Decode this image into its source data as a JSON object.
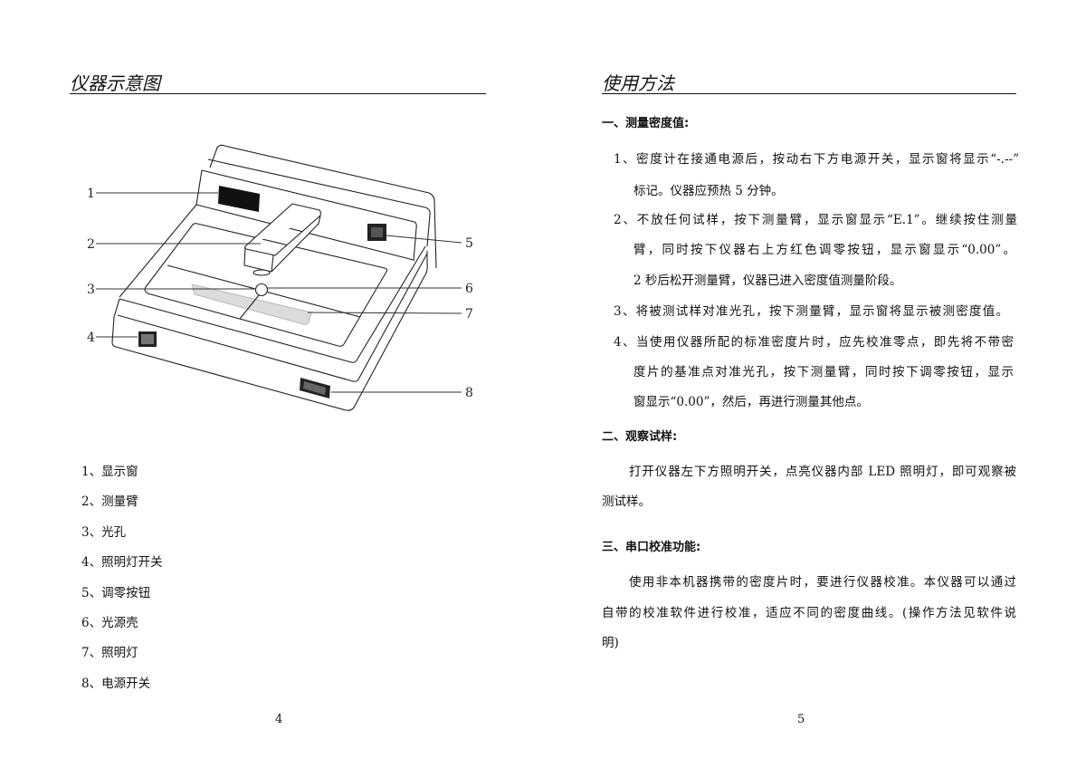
{
  "left_page": {
    "title": "仪器示意图",
    "diagram_labels": [
      "1",
      "2",
      "3",
      "4",
      "5",
      "6",
      "7",
      "8"
    ],
    "legend": [
      "1、显示窗",
      "2、测量臂",
      "3、光孔",
      "4、照明灯开关",
      "5、调零按钮",
      "6、光源壳",
      "7、照明灯",
      "8、电源开关"
    ],
    "page_number": "4"
  },
  "right_page": {
    "title": "使用方法",
    "section1_heading": "一、测量密度值:",
    "section1_lines": [
      "1、密度计在接通电源后，按动右下方电源开关，显示窗将显示“-.--”",
      "标记。仪器应预热 5 分钟。",
      "2、不放任何试样，按下测量臂，显示窗显示“E.1”。继续按住测量",
      "臂，同时按下仪器右上方红色调零按钮，显示窗显示“0.00”。",
      "2 秒后松开测量臂，仪器已进入密度值测量阶段。",
      "3、将被测试样对准光孔，按下测量臂，显示窗将显示被测密度值。",
      "4、当使用仪器所配的标准密度片时，应先校准零点，即先将不带密",
      "度片的基准点对准光孔，按下测量臂，同时按下调零按钮，显示",
      "窗显示“0.00”，然后，再进行测量其他点。"
    ],
    "section2_heading": "二、观察试样:",
    "section2_lines": [
      "打开仪器左下方照明开关，点亮仪器内部 LED 照明灯，即可观察被",
      "测试样。"
    ],
    "section3_heading": "三、串口校准功能:",
    "section3_lines": [
      "使用非本机器携带的密度片时，要进行仪器校准。本仪器可以通过",
      "自带的校准软件进行校准，适应不同的密度曲线。(操作方法见软件说",
      "明)"
    ],
    "page_number": "5"
  }
}
